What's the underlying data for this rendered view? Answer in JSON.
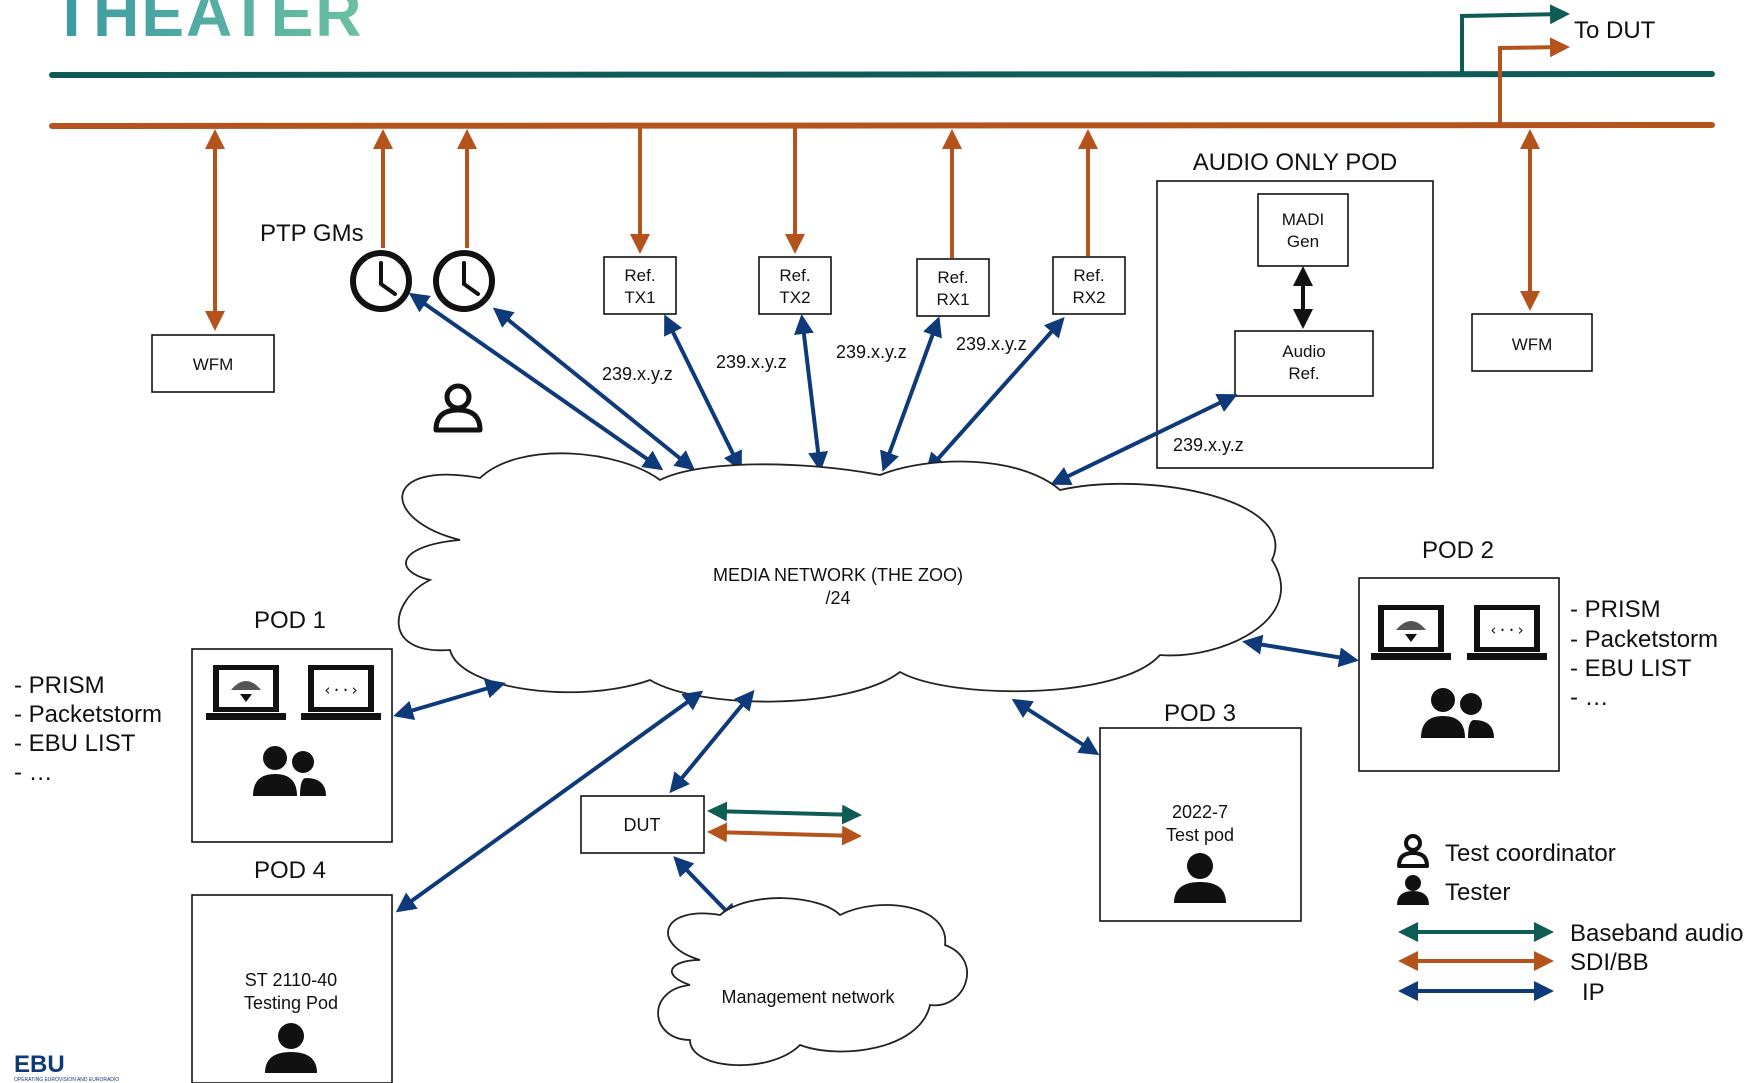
{
  "header": {
    "title": "THEATER"
  },
  "bus": {
    "to_dut": "To DUT"
  },
  "ptp": {
    "label": "PTP GMs"
  },
  "refs": [
    {
      "line1": "Ref.",
      "line2": "TX1"
    },
    {
      "line1": "Ref.",
      "line2": "TX2"
    },
    {
      "line1": "Ref.",
      "line2": "RX1"
    },
    {
      "line1": "Ref.",
      "line2": "RX2"
    }
  ],
  "multicast": "239.x.y.z",
  "wfm": "WFM",
  "audio_pod": {
    "title": "AUDIO ONLY POD",
    "madi_line1": "MADI",
    "madi_line2": "Gen",
    "ref_line1": "Audio",
    "ref_line2": "Ref."
  },
  "media_network": {
    "line1": "MEDIA NETWORK (THE ZOO)",
    "line2": "/24"
  },
  "pod1": {
    "title": "POD 1"
  },
  "pod2": {
    "title": "POD 2"
  },
  "pod3": {
    "title": "POD 3",
    "line1": "2022-7",
    "line2": "Test pod"
  },
  "pod4": {
    "title": "POD 4",
    "line1": "ST 2110-40",
    "line2": "Testing Pod"
  },
  "tools": [
    "- PRISM",
    "- Packetstorm",
    "- EBU LIST",
    "- …"
  ],
  "dut": "DUT",
  "management": "Management network",
  "legend": {
    "coordinator": "Test coordinator",
    "tester": "Tester",
    "baseband": "Baseband audio",
    "sdi": "SDI/BB",
    "ip": "IP"
  },
  "logo": {
    "text": "EBU",
    "tagline": "OPERATING EUROVISION AND EURORADIO"
  },
  "colors": {
    "ip": "#0e3a7a",
    "sdi": "#b5531c",
    "baseband": "#0f5c57",
    "title": "#4aa7a0"
  }
}
